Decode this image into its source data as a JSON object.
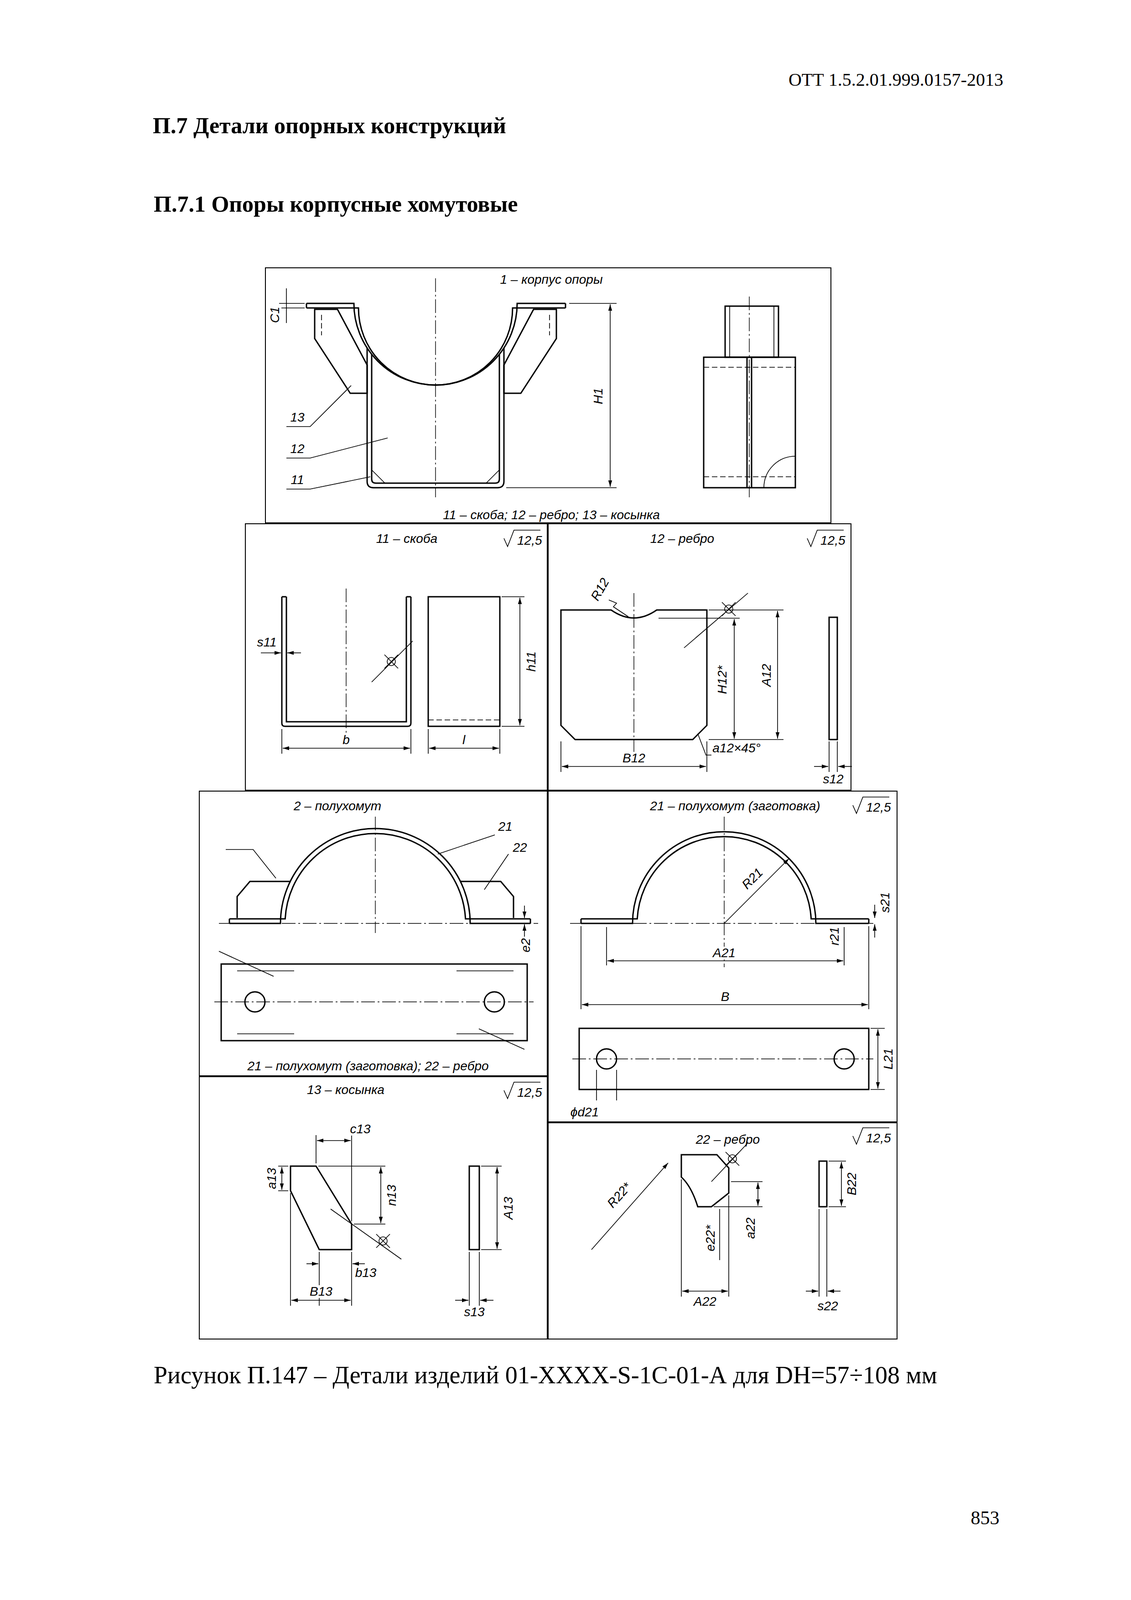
{
  "diagram": {
    "title": "П.7 Детали опорных конструкций",
    "caption": "Рисунок П.147 – Детали изделий 01-XXXX-S-1C-01-А для DН=57÷108 мм",
    "nodes": [
      {
        "text": [
          "1 – корпус опоры",
          "11 – скоба; 12 – ребро; 13 – косынка"
        ]
      },
      {
        "text": [
          "11 – скоба",
          "12,5"
        ]
      },
      {
        "text": [
          "12 – ребро",
          "12,5"
        ]
      },
      {
        "text": [
          "2 – полухомут",
          "21 – полухомут (заготовка); 22 – ребро"
        ]
      },
      {
        "text": [
          "21 – полухомут (заготовка)",
          "12,5"
        ]
      },
      {
        "text": [
          "13 – косынка",
          "12,5"
        ]
      },
      {
        "text": [
          "22 – ребро",
          "12,5"
        ]
      }
    ],
    "labels": [
      "ОТТ 1.5.2.01.999.0157-2013",
      "П.7.1 Опоры корпусные хомутовые",
      "C1",
      "H1",
      "13",
      "12",
      "11",
      "s11",
      "h11",
      "b",
      "l",
      "R12",
      "H12*",
      "A12",
      "a12×45°",
      "B12",
      "s12",
      "21",
      "22",
      "e2",
      "R21",
      "s21",
      "r21",
      "A21",
      "B",
      "L21",
      "ϕd21",
      "c13",
      "a13",
      "n13",
      "A13",
      "b13",
      "B13",
      "s13",
      "R22*",
      "e22*",
      "a22",
      "A22",
      "B22",
      "s22",
      "853"
    ]
  }
}
